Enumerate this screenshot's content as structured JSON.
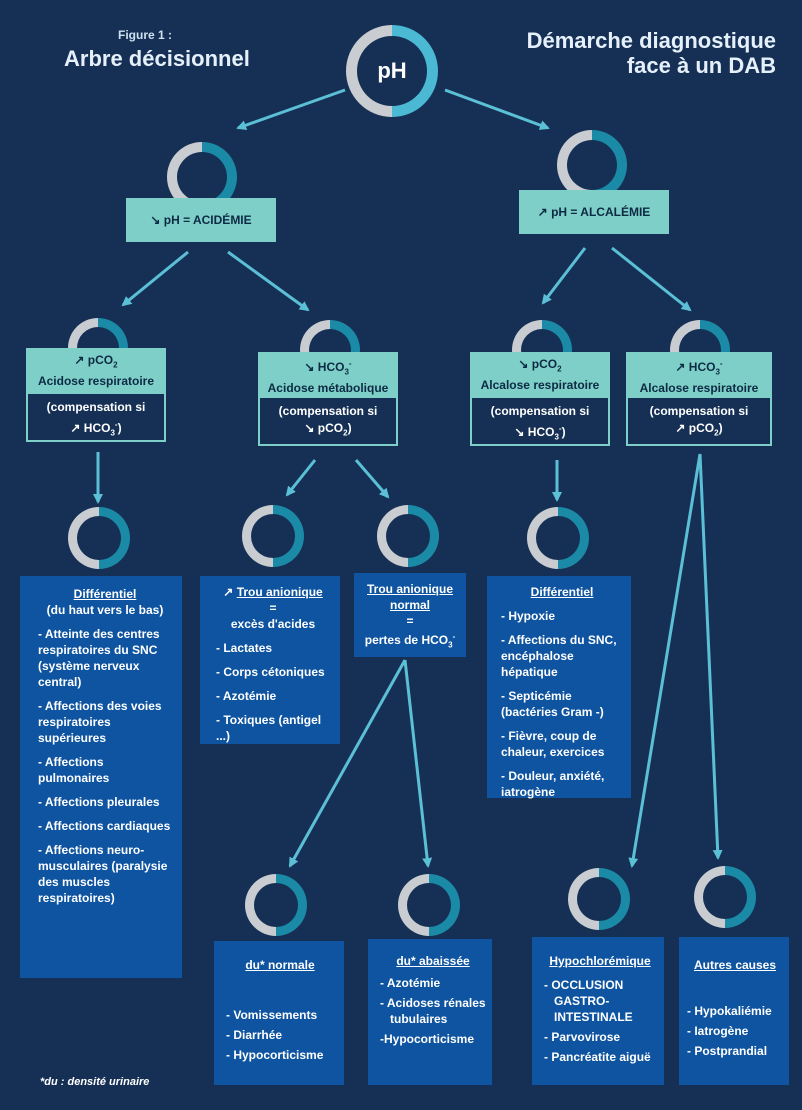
{
  "header": {
    "figure_label": "Figure 1 :",
    "figure_title": "Arbre décisionnel",
    "title_line1": "Démarche diagnostique",
    "title_line2": "face à un DAB"
  },
  "root": {
    "label": "pH"
  },
  "acidemie": {
    "label": "pH = ACIDÉMIE",
    "arrow": "↘"
  },
  "alcalemie": {
    "label": "pH = ALCALÉMIE",
    "arrow": "↗"
  },
  "nodes": {
    "resp_acidosis": {
      "arrow": "↗",
      "param": "pCO",
      "param_sub": "2",
      "name": "Acidose respiratoire",
      "comp_line1": "(compensation si",
      "comp_line2": "↗ HCO",
      "comp_sub": "3",
      "comp_sup": "-",
      "comp_tail": ")"
    },
    "met_acidosis": {
      "arrow": "↘",
      "param": "HCO",
      "param_sub": "3",
      "param_sup": "-",
      "name": "Acidose métabolique",
      "comp_line1": "(compensation si",
      "comp_line2": "↘ pCO",
      "comp_sub": "2",
      "comp_tail": ")"
    },
    "resp_alkalosis": {
      "arrow": "↘",
      "param": "pCO",
      "param_sub": "2",
      "name": "Alcalose respiratoire",
      "comp_line1": "(compensation si",
      "comp_line2": "↘ HCO",
      "comp_sub": "3",
      "comp_sup": "-",
      "comp_tail": ")"
    },
    "met_alkalosis": {
      "arrow": "↗",
      "param": "HCO",
      "param_sub": "3",
      "param_sup": "-",
      "name": "Alcalose respiratoire",
      "comp_line1": "(compensation si",
      "comp_line2": "↗ pCO",
      "comp_sub": "2",
      "comp_tail": ")"
    }
  },
  "diff_acidosis": {
    "title": "Différentiel",
    "subtitle": "(du haut vers le bas)",
    "items": [
      "Atteinte des centres respiratoires du SNC (système nerveux central)",
      "Affections des voies respiratoires supérieures",
      "Affections pulmonaires",
      "Affections pleurales",
      "Affections cardiaques",
      "Affections neuro-musculaires (paralysie des muscles respiratoires)"
    ]
  },
  "trou_eleve": {
    "arrow": "↗",
    "title": "Trou anionique",
    "eq": "=",
    "desc": "excès d'acides",
    "items": [
      "Lactates",
      "Corps cétoniques",
      "Azotémie",
      "Toxiques (antigel ...)"
    ]
  },
  "trou_normal": {
    "title_line1": "Trou anionique",
    "title_line2": "normal",
    "eq": "=",
    "desc": "pertes de HCO",
    "desc_sub": "3",
    "desc_sup": "-"
  },
  "diff_alkalosis": {
    "title": "Différentiel",
    "items": [
      "Hypoxie",
      "Affections du SNC, encéphalose hépatique",
      "Septicémie (bactéries Gram -)",
      "Fièvre, coup de chaleur, exercices",
      "Douleur, anxiété, iatrogène"
    ]
  },
  "du_normale": {
    "title": "du* normale",
    "items": [
      "Vomissements",
      "Diarrhée",
      "Hypocorticisme"
    ]
  },
  "du_abaissee": {
    "title": "du* abaissée",
    "items": [
      "Azotémie",
      "Acidoses rénales tubulaires"
    ],
    "extra": "-Hypocorticisme"
  },
  "hypochloremique": {
    "title": "Hypochlorémique",
    "items": [
      "OCCLUSION GASTRO-INTESTINALE",
      "Parvovirose",
      "Pancréatite aiguë"
    ]
  },
  "autres": {
    "title": "Autres causes",
    "items": [
      "Hypokaliémie",
      "Iatrogène",
      "Postprandial"
    ]
  },
  "footnote": "*du : densité urinaire",
  "colors": {
    "background": "#163055",
    "teal": "#7ecfc7",
    "box_blue": "#0e54a0",
    "ring_accent": "#1b8aa6",
    "ring_grey": "#c9ccd0",
    "arrow": "#5bbfd6"
  }
}
